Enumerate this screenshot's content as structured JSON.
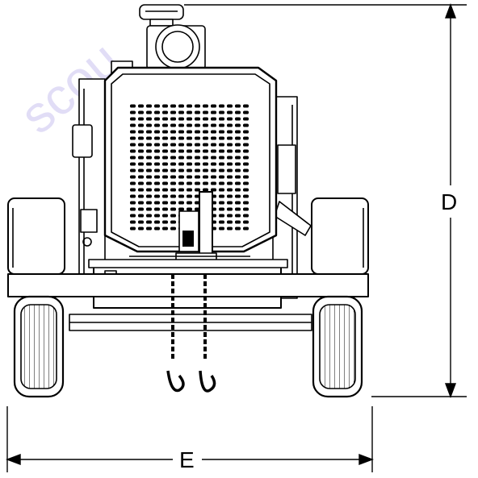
{
  "watermark_text": "scou",
  "dimensions": {
    "height_label": "D",
    "width_label": "E"
  },
  "colors": {
    "line": "#000000",
    "background": "#ffffff",
    "watermark": "#c9c2ef"
  }
}
